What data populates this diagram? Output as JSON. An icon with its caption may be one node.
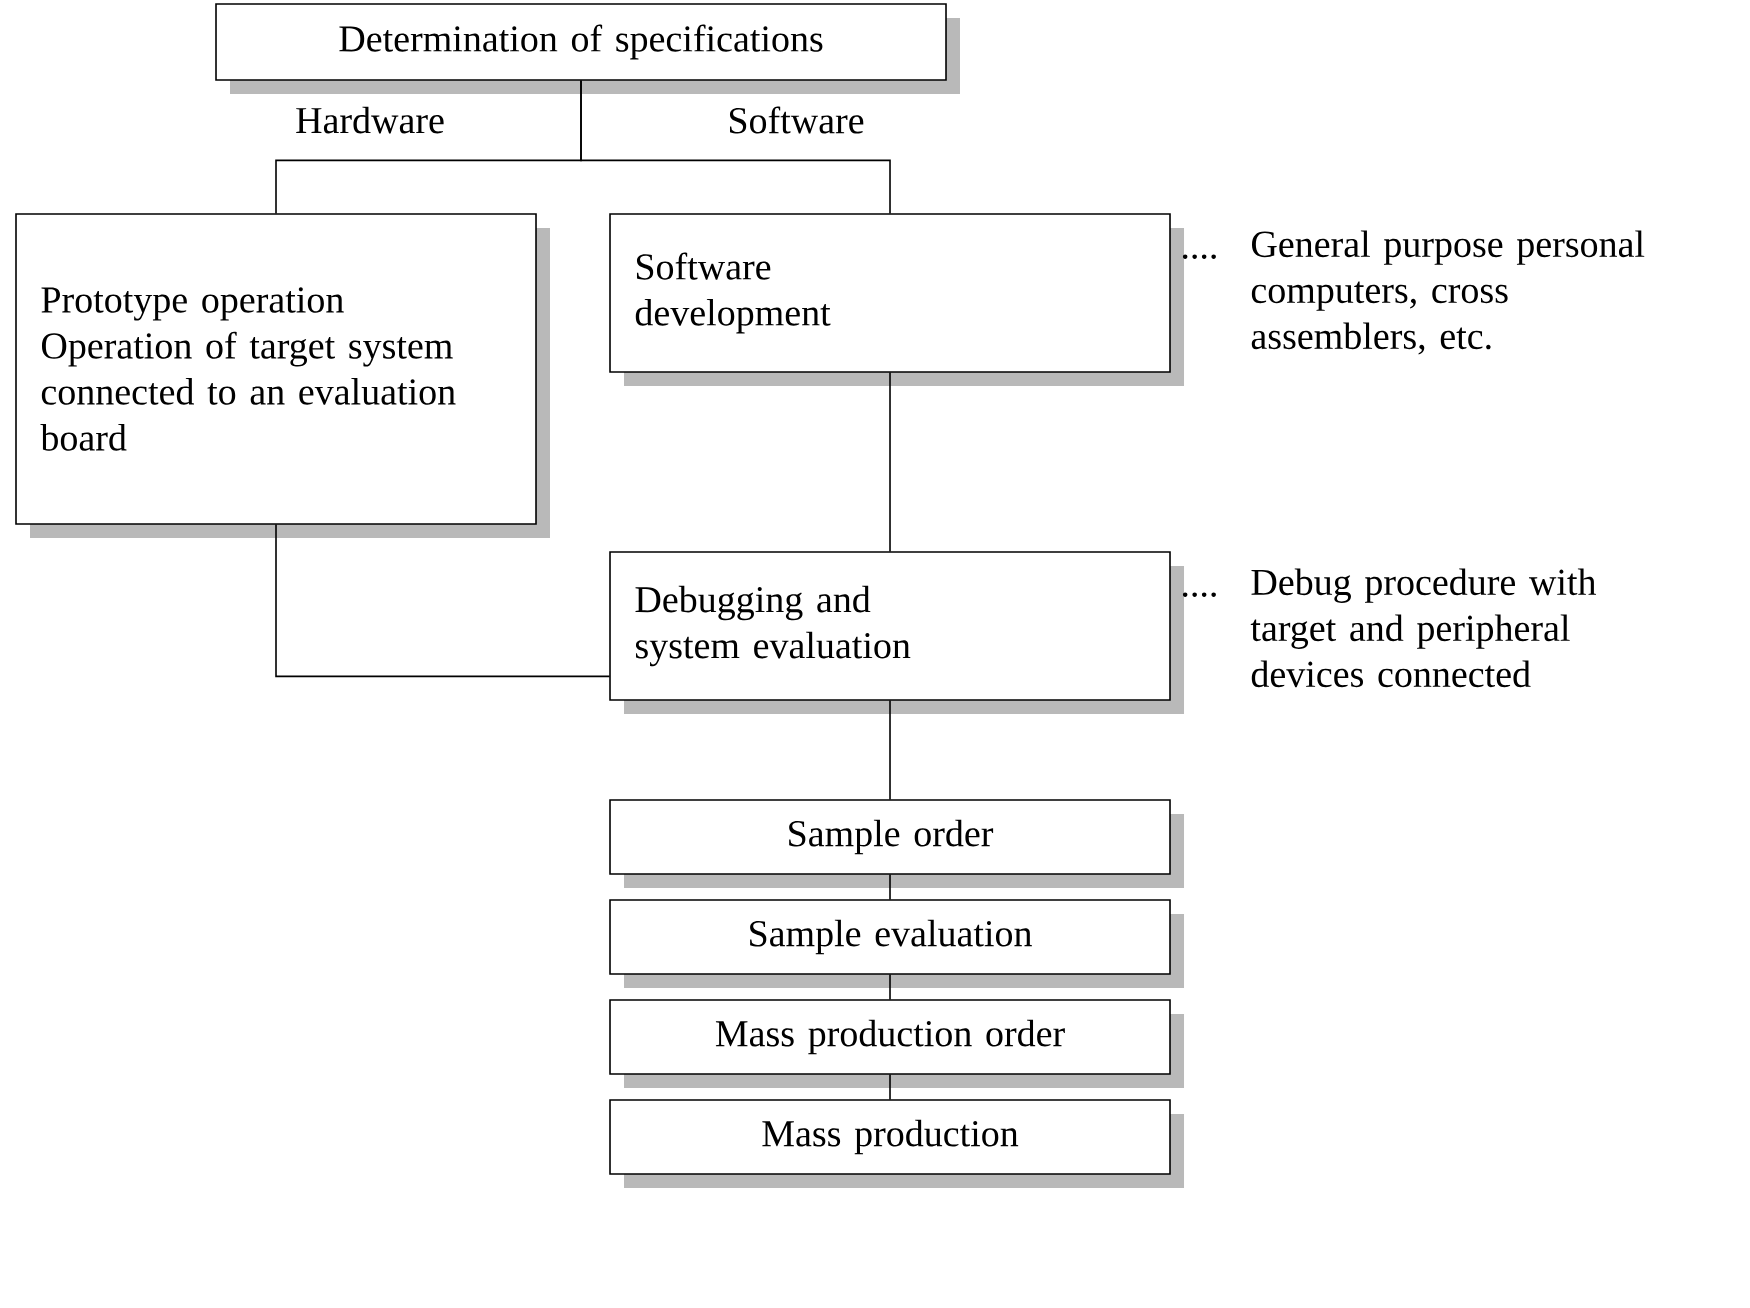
{
  "diagram": {
    "nodes": [
      {
        "text": [
          "Determination of specifications"
        ]
      },
      {
        "text": [
          "Prototype operation",
          "Operation of target system connected to an evaluation board"
        ]
      },
      {
        "text": [
          "Software development"
        ],
        "beside": [
          "....",
          "General purpose personal computers, cross assemblers, etc."
        ]
      },
      {
        "text": [
          "Debugging and system evaluation"
        ],
        "beside": [
          "....",
          "Debug procedure with target and peripheral devices connected"
        ]
      },
      {
        "text": [
          "Sample order"
        ]
      },
      {
        "text": [
          "Sample evaluation"
        ]
      },
      {
        "text": [
          "Mass production order"
        ]
      },
      {
        "text": [
          "Mass production"
        ]
      }
    ],
    "edges": [
      {
        "from": 0,
        "to": 1,
        "arrow": "none",
        "label": "Hardware"
      },
      {
        "from": 0,
        "to": 2,
        "arrow": "none",
        "label": "Software"
      },
      {
        "from": 2,
        "to": 3,
        "arrow": "none"
      },
      {
        "from": 1,
        "to": 3,
        "arrow": "none"
      },
      {
        "from": 3,
        "to": 4,
        "arrow": "none"
      },
      {
        "from": 4,
        "to": 5,
        "arrow": "none"
      },
      {
        "from": 5,
        "to": 6,
        "arrow": "none"
      },
      {
        "from": 6,
        "to": 7,
        "arrow": "none"
      }
    ]
  }
}
